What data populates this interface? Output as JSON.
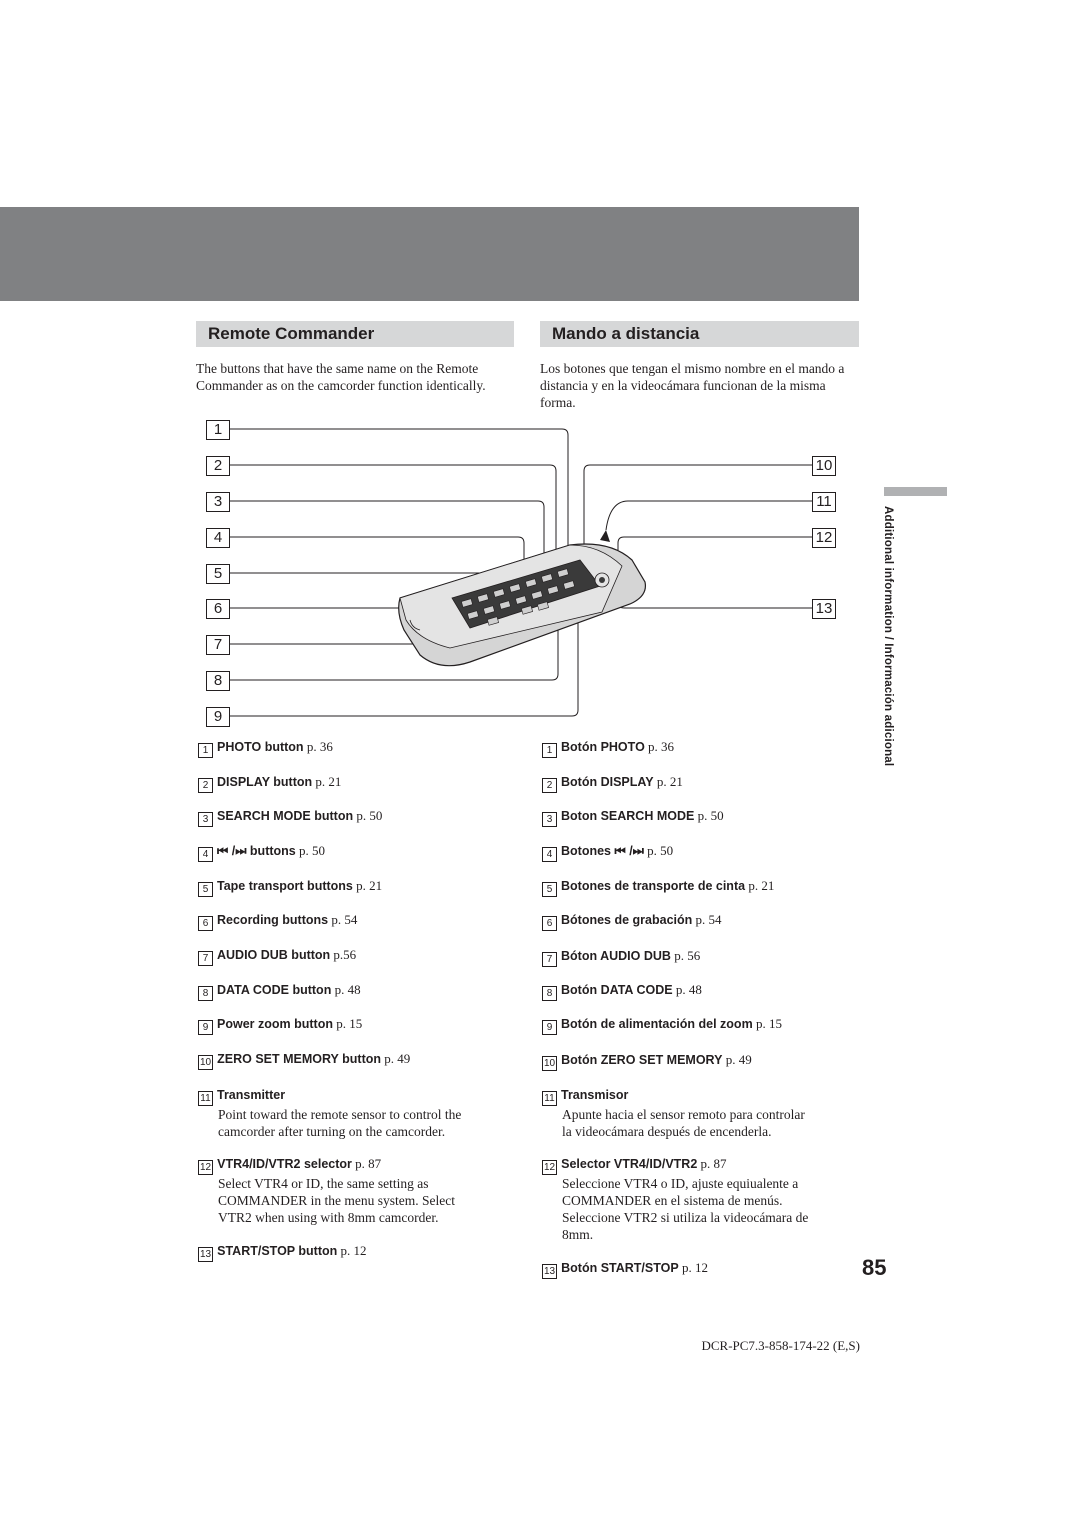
{
  "header": {
    "en_title": "Remote Commander",
    "es_title": "Mando a distancia"
  },
  "intro": {
    "en": "The buttons that have the same name on the Remote Commander as on the camcorder function identically.",
    "es": "Los botones que tengan el mismo nombre en el mando a distancia y en la videocámara funcionan de la misma forma."
  },
  "callouts": [
    "1",
    "2",
    "3",
    "4",
    "5",
    "6",
    "7",
    "8",
    "9",
    "10",
    "11",
    "12",
    "13"
  ],
  "list_en": [
    {
      "num": "1",
      "label": "PHOTO button",
      "page": "p. 36"
    },
    {
      "num": "2",
      "label": "DISPLAY button",
      "page": "p. 21"
    },
    {
      "num": "3",
      "label": "SEARCH MODE button",
      "page": "p. 50"
    },
    {
      "num": "4",
      "label": "⏮ /⏭ buttons",
      "page": "p. 50"
    },
    {
      "num": "5",
      "label": "Tape transport buttons",
      "page": "p. 21"
    },
    {
      "num": "6",
      "label": "Recording buttons",
      "page": "p. 54"
    },
    {
      "num": "7",
      "label": "AUDIO DUB button",
      "page": "p.56"
    },
    {
      "num": "8",
      "label": "DATA CODE button",
      "page": "p. 48"
    },
    {
      "num": "9",
      "label": "Power zoom button",
      "page": "p. 15"
    },
    {
      "num": "10",
      "label": "ZERO SET MEMORY button",
      "page": "p. 49"
    },
    {
      "num": "11",
      "label": "Transmitter",
      "page": "",
      "desc": "Point toward the remote sensor to control the\ncamcorder after turning on the camcorder."
    },
    {
      "num": "12",
      "label": "VTR4/ID/VTR2 selector",
      "page": "p.  87",
      "desc": "Select VTR4 or ID, the same setting as\nCOMMANDER in the menu system.  Select\nVTR2 when using with 8mm camcorder."
    },
    {
      "num": "13",
      "label": "START/STOP button",
      "page": "p. 12"
    }
  ],
  "list_es": [
    {
      "num": "1",
      "label": "Botón PHOTO",
      "page": "p. 36"
    },
    {
      "num": "2",
      "label": "Botón DISPLAY",
      "page": "p. 21"
    },
    {
      "num": "3",
      "label": "Boton SEARCH MODE",
      "page": "p. 50"
    },
    {
      "num": "4",
      "label": "Botones ⏮ /⏭",
      "page": "p. 50"
    },
    {
      "num": "5",
      "label": "Botones de transporte de cinta",
      "page": "p. 21"
    },
    {
      "num": "6",
      "label": "Bótones de grabación",
      "page": "p. 54"
    },
    {
      "num": "7",
      "label": "Bóton AUDIO DUB",
      "page": "p. 56"
    },
    {
      "num": "8",
      "label": "Botón DATA CODE",
      "page": "p. 48"
    },
    {
      "num": "9",
      "label": "Botón de alimentación del zoom",
      "page": "p. 15"
    },
    {
      "num": "10",
      "label": "Botón ZERO SET MEMORY",
      "page": "p. 49"
    },
    {
      "num": "11",
      "label": "Transmisor",
      "page": "",
      "desc": "Apunte hacia el sensor remoto para controlar\nla videocámara después de encenderla."
    },
    {
      "num": "12",
      "label": "Selector VTR4/ID/VTR2",
      "page": "p.  87",
      "desc": "Seleccione VTR4 o ID, ajuste equiualente a\nCOMMANDER en el sistema de menús.\nSeleccione VTR2 si utiliza la videocámara de\n8mm."
    },
    {
      "num": "13",
      "label": "Botón START/STOP",
      "page": "p. 12"
    }
  ],
  "sidebar": {
    "label": "Additional information / Información adicional"
  },
  "page_number": "85",
  "footer": {
    "code": "DCR-PC7.3-858-174-22 (E,S)"
  }
}
